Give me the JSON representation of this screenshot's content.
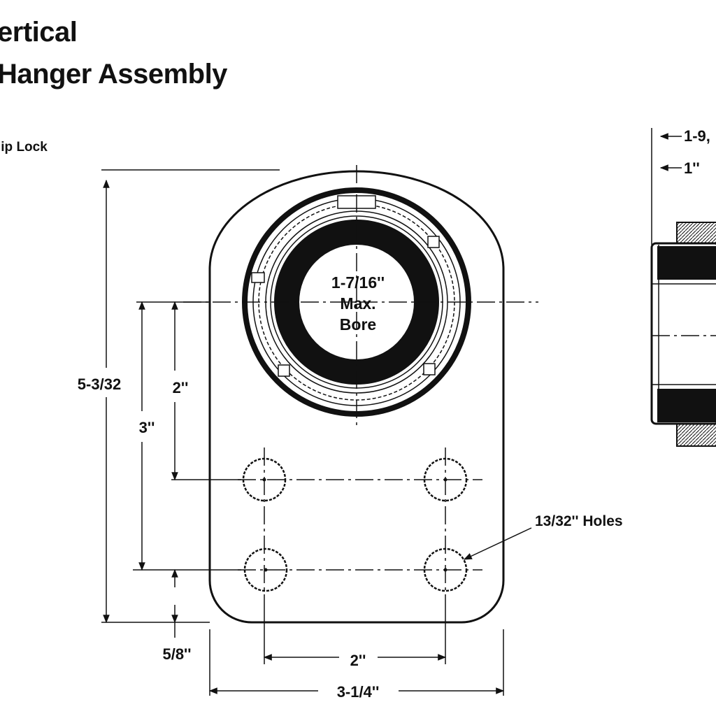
{
  "header": {
    "title_line1": "ertical",
    "title_line2": "Hanger Assembly",
    "subtitle": "lip Lock"
  },
  "bore_label": {
    "line1": "1-7/16''",
    "line2": "Max.",
    "line3": "Bore"
  },
  "dimensions": {
    "overall_height": "5-3/32",
    "hole_to_bore_center": "2''",
    "lower_hole_to_bore_center": "3''",
    "bottom_offset": "5/8''",
    "hole_spacing": "2''",
    "overall_width": "3-1/4''",
    "holes_callout": "13/32'' Holes"
  },
  "side_view": {
    "dim_top": "1-9,",
    "dim_second": "1''"
  },
  "colors": {
    "ink": "#111111",
    "background": "#ffffff"
  }
}
